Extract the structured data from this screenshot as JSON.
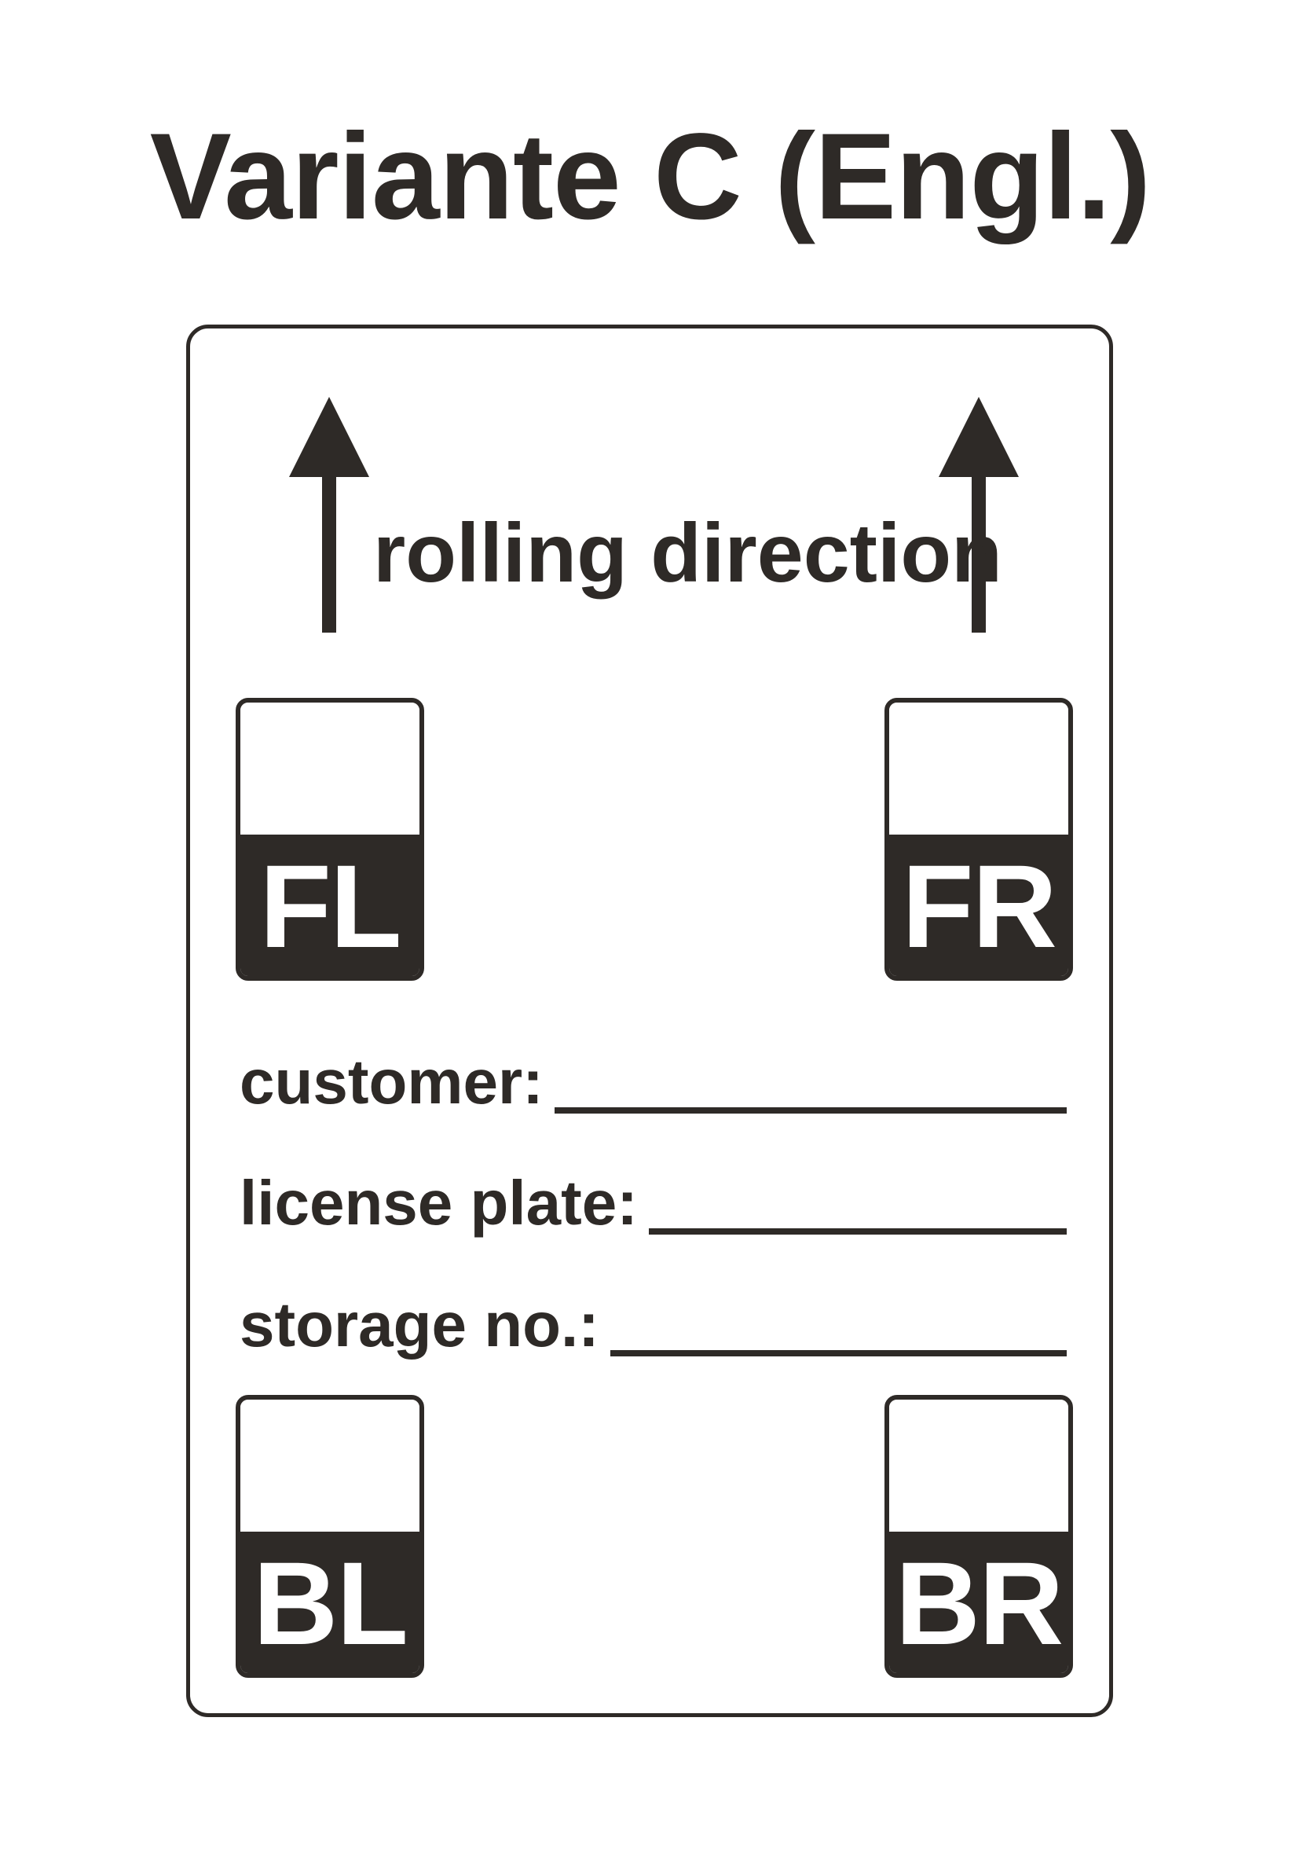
{
  "title": "Variante C (Engl.)",
  "colors": {
    "ink": "#2e2a27",
    "paper": "#ffffff"
  },
  "label": {
    "rolling_direction_text": "rolling direction",
    "tags": [
      {
        "code": "FL",
        "position": "front-left"
      },
      {
        "code": "FR",
        "position": "front-right"
      },
      {
        "code": "BL",
        "position": "back-left"
      },
      {
        "code": "BR",
        "position": "back-right"
      }
    ],
    "fields": [
      {
        "label": "customer:",
        "value": ""
      },
      {
        "label": "license plate:",
        "value": ""
      },
      {
        "label": "storage no.:",
        "value": ""
      }
    ]
  }
}
